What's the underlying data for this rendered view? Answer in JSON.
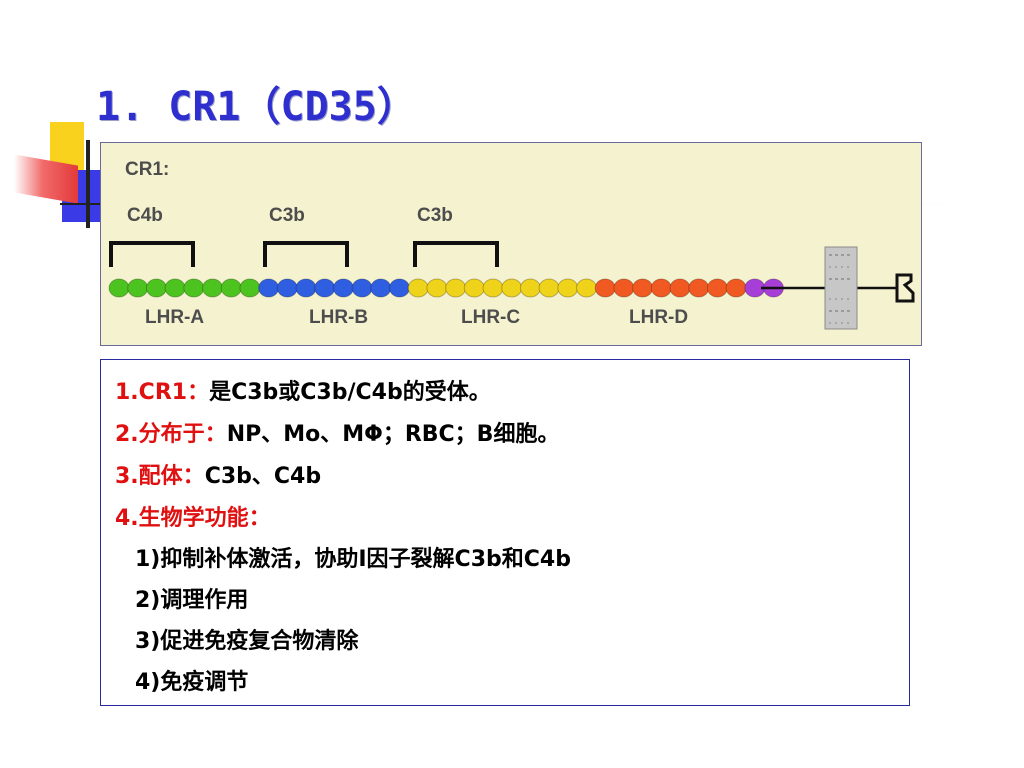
{
  "title": "1. CR1（CD35）",
  "diagram": {
    "header": "CR1:",
    "binding_labels": [
      "C4b",
      "C3b",
      "C3b"
    ],
    "lhr_labels": [
      "LHR-A",
      "LHR-B",
      "LHR-C",
      "LHR-D"
    ],
    "bead_colors": {
      "green": "#4cc31e",
      "blue": "#2f5ee0",
      "yellow": "#efd21a",
      "orange": "#f05a22",
      "purple": "#a83ed8"
    }
  },
  "points": [
    {
      "num": "1.",
      "key": "CR1：",
      "text": "是C3b或C3b/C4b的受体。"
    },
    {
      "num": "2.",
      "key": "分布于：",
      "text": "NP、Mo、MΦ；RBC；B细胞。"
    },
    {
      "num": "3.",
      "key": "配体：",
      "text": "C3b、C4b"
    },
    {
      "num": "4.",
      "key": "生物学功能：",
      "text": ""
    }
  ],
  "functions": [
    "1)抑制补体激活，协助I因子裂解C3b和C4b",
    "2)调理作用",
    "3)促进免疫复合物清除",
    "4)免疫调节"
  ]
}
